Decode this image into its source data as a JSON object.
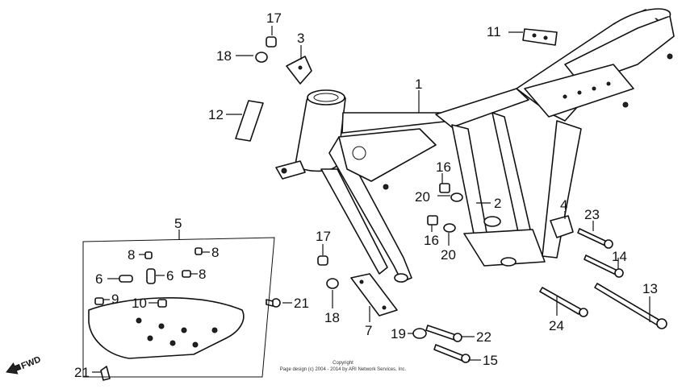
{
  "callouts": [
    "17",
    "18",
    "3",
    "11",
    "12",
    "1",
    "16",
    "20",
    "2",
    "4",
    "23",
    "16",
    "20",
    "17",
    "14",
    "5",
    "8",
    "8",
    "6",
    "6",
    "8",
    "9",
    "10",
    "21",
    "18",
    "7",
    "13",
    "24",
    "19",
    "22",
    "15",
    "21"
  ],
  "forward_label": "FWD",
  "copyright": {
    "line1": "Copyright",
    "line2": "Page design (c) 2004 - 2014 by ARI Network Services, Inc."
  }
}
